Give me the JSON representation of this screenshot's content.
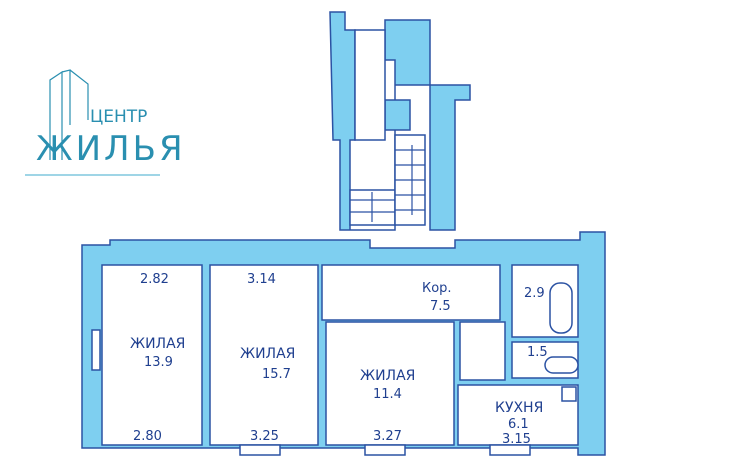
{
  "logo": {
    "line1": "ЦЕНТР",
    "line2": "ЖИЛЬЯ"
  },
  "rooms": [
    {
      "name": "ЖИЛАЯ",
      "area": "13.9",
      "top": "2.82",
      "bottom": "2.80"
    },
    {
      "name": "ЖИЛАЯ",
      "area": "15.7",
      "top": "3.14",
      "bottom": "3.25"
    },
    {
      "name": "ЖИЛАЯ",
      "area": "11.4",
      "bottom": "3.27"
    },
    {
      "name": "КУХНЯ",
      "area": "6.1",
      "bottom": "3.15"
    }
  ],
  "corridor": {
    "name": "Кор.",
    "area": "7.5"
  },
  "bathroom": {
    "area": "2.9"
  },
  "toilet": {
    "area": "1.5"
  },
  "colors": {
    "wall": "#7ecff0",
    "outline": "#2b52a3",
    "logo": "#2a8fb0"
  }
}
